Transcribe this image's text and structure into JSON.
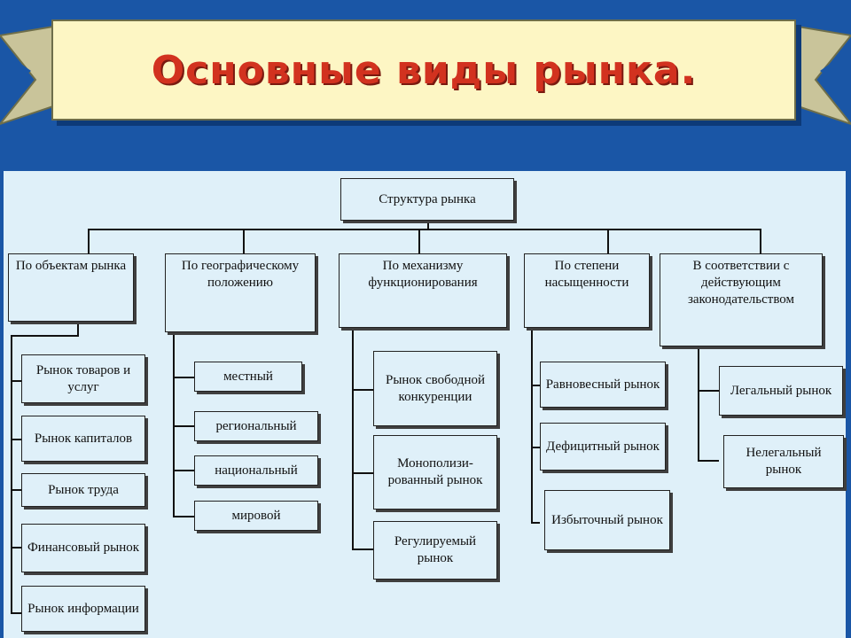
{
  "title": "Основные виды рынка.",
  "root": "Структура рынка",
  "categories": [
    {
      "label": "По объектам рынка",
      "items": [
        "Рынок товаров и услуг",
        "Рынок капиталов",
        "Рынок труда",
        "Финансовый рынок",
        "Рынок информации"
      ]
    },
    {
      "label": "По географическому положению",
      "items": [
        "местный",
        "региональный",
        "национальный",
        "мировой"
      ]
    },
    {
      "label": "По механизму функционирования",
      "items": [
        "Рынок свободной конкуренции",
        "Монополизи-рованный рынок",
        "Регулируемый рынок"
      ]
    },
    {
      "label": "По степени насыщенности",
      "items": [
        "Равновесный рынок",
        "Дефицитный рынок",
        "Избыточный рынок"
      ]
    },
    {
      "label": "В соответствии с действующим законодательством",
      "items": [
        "Легальный рынок",
        "Нелегальный рынок"
      ]
    }
  ],
  "colors": {
    "background": "#1a56a6",
    "banner": "#fdf6c4",
    "title": "#d2321f",
    "panel": "#dff0f9"
  }
}
